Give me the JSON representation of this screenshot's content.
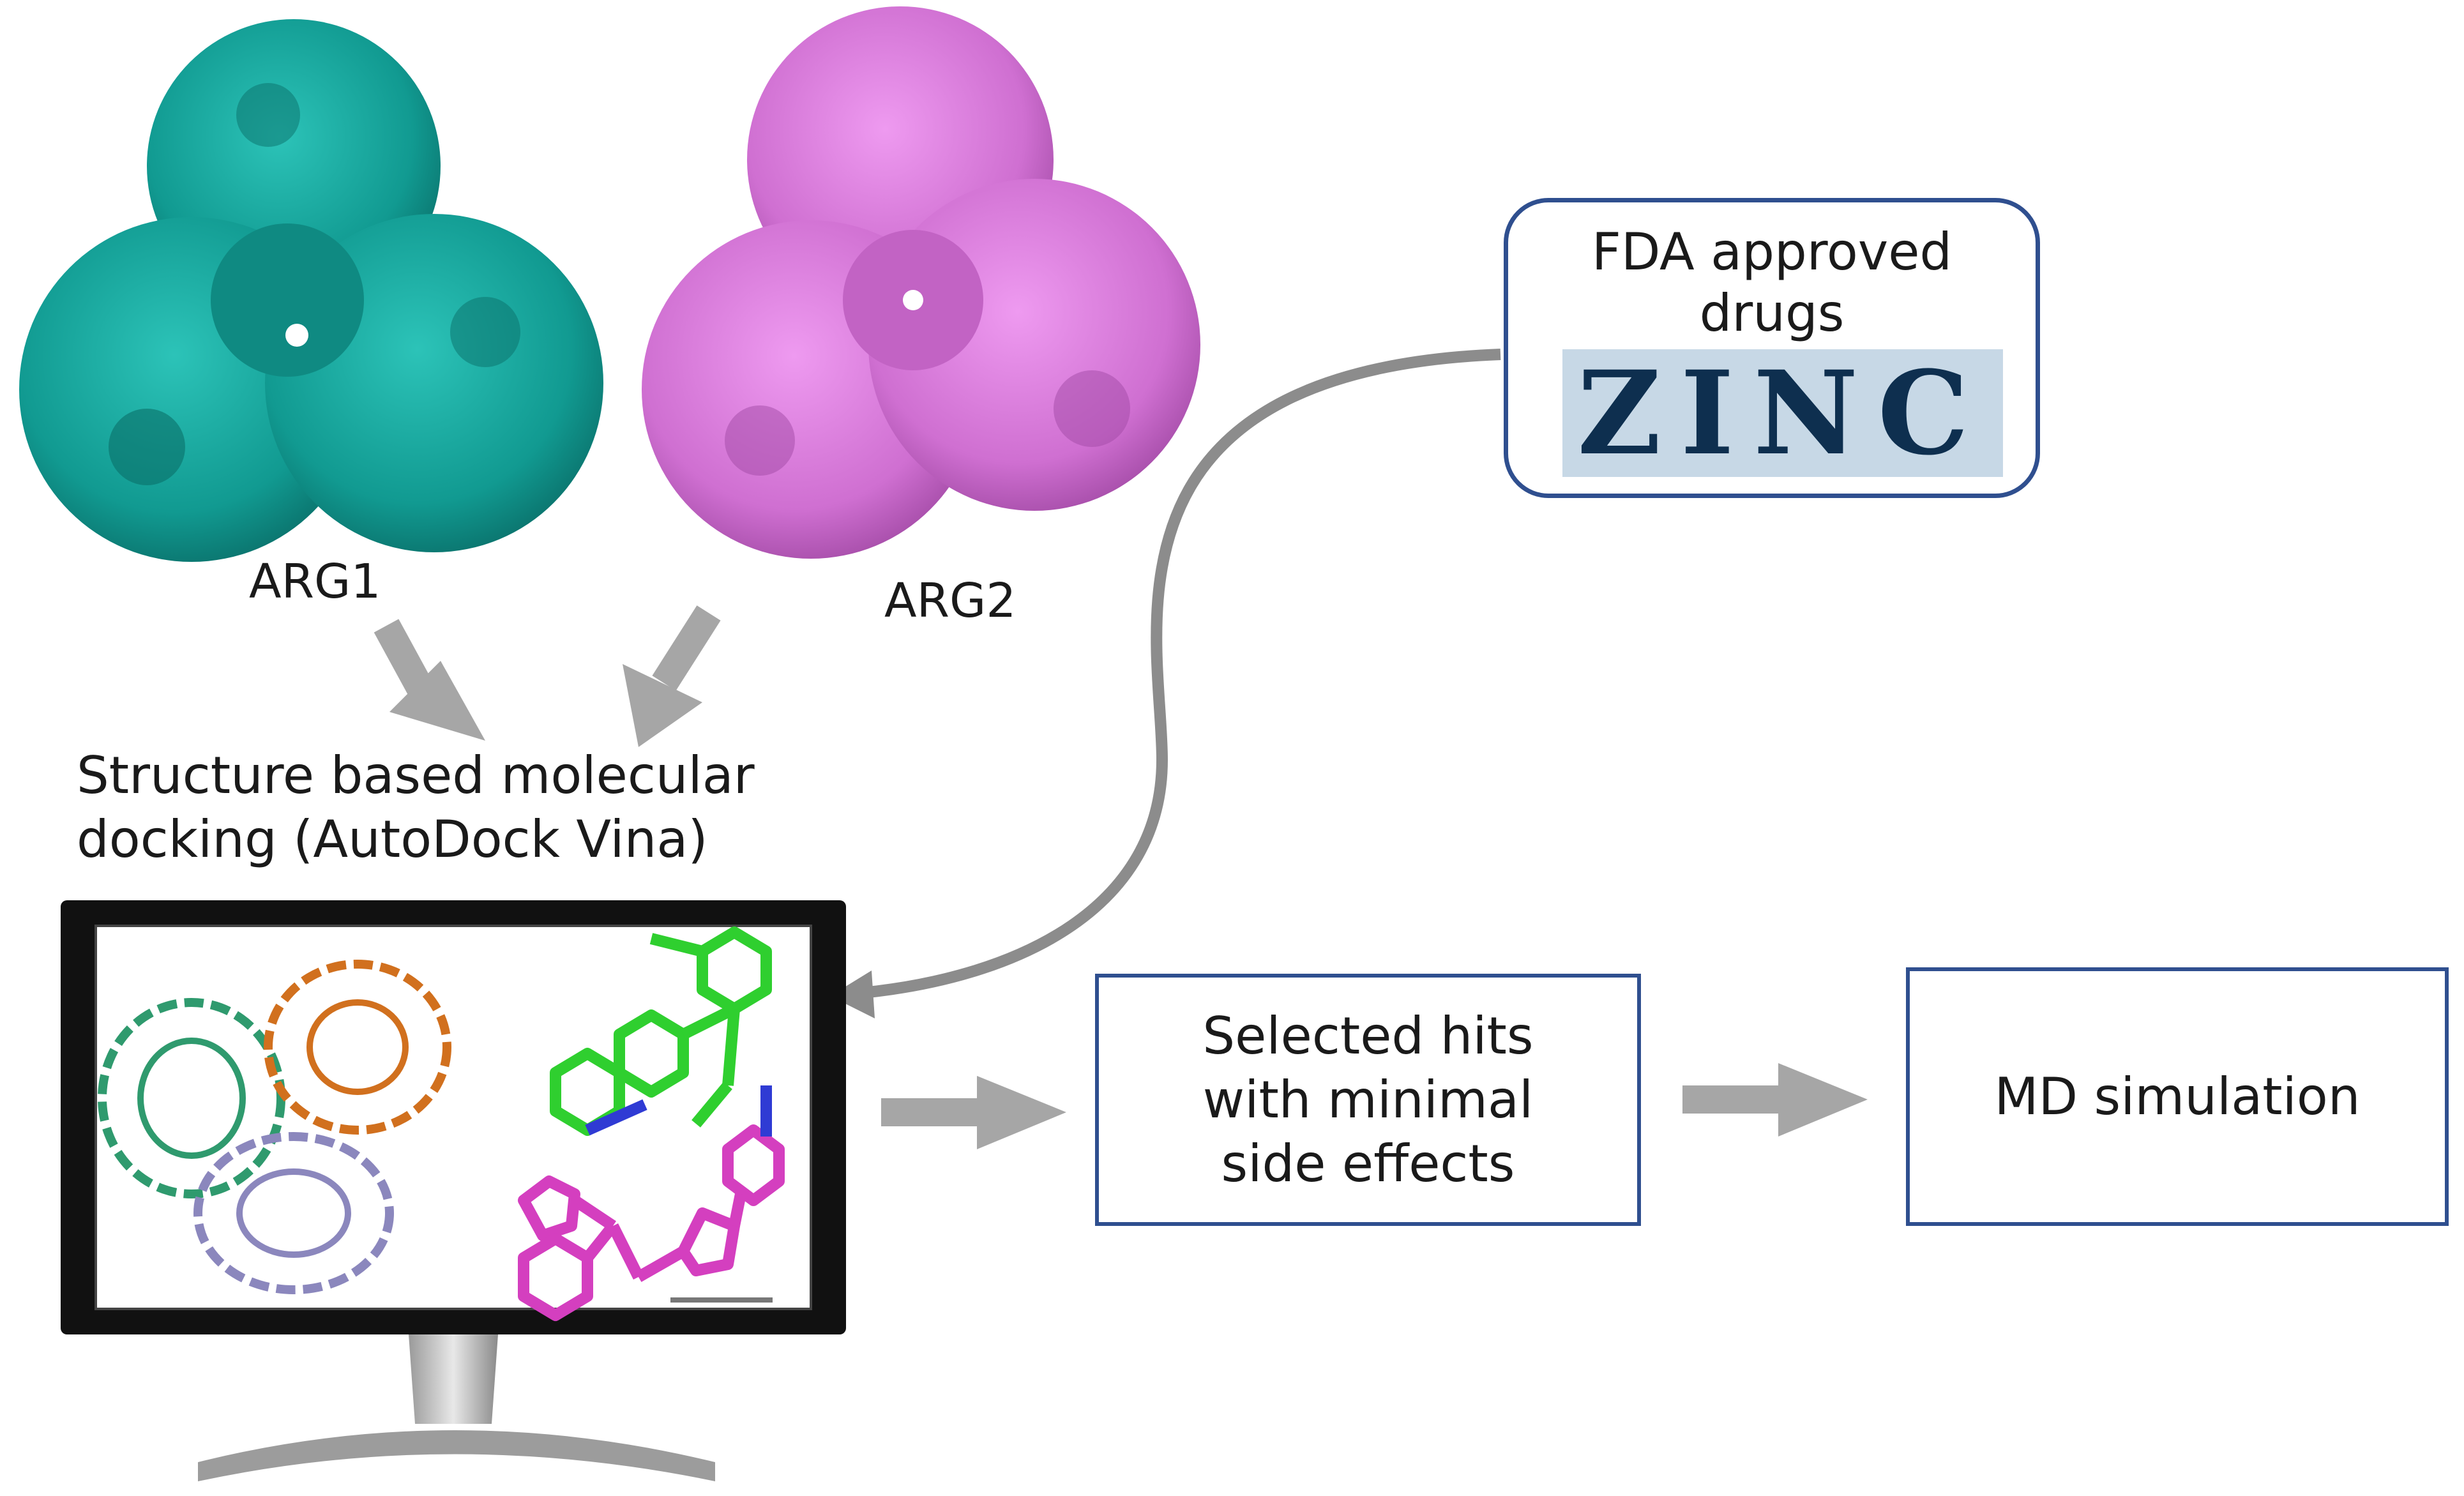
{
  "proteins": {
    "arg1": {
      "label": "ARG1",
      "color": "#12a39a"
    },
    "arg2": {
      "label": "ARG2",
      "color": "#d67ad8"
    }
  },
  "docking": {
    "line1": "Structure based molecular",
    "line2": "docking (AutoDock Vina)"
  },
  "database": {
    "line1": "FDA approved",
    "line2": "drugs",
    "logo": "ZINC"
  },
  "hits": {
    "line1": "Selected hits",
    "line2": "with minimal",
    "line3": "side effects"
  },
  "md": {
    "label": "MD simulation"
  },
  "colors": {
    "arrow": "#a6a6a6",
    "box_border": "#2f4f8f",
    "monitor": "#111111",
    "ligand_green": "#2fcf2f",
    "ligand_magenta": "#d43fbf"
  }
}
